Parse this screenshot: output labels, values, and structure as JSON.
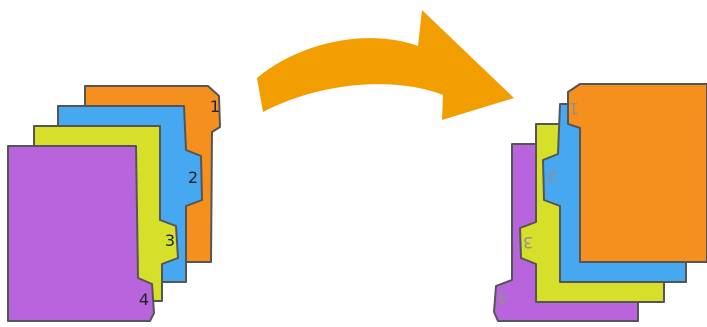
{
  "colors": {
    "orange": "#f5901e",
    "blue": "#46a8f0",
    "yellow": "#d6e02a",
    "purple": "#b865dd",
    "outline": "#555555",
    "arrow": "#f29e00",
    "label_dark": "#222222",
    "label_faded": "#8f8f8f"
  },
  "before": {
    "page_1": {
      "label": "1"
    },
    "page_2": {
      "label": "2"
    },
    "page_3": {
      "label": "3"
    },
    "page_4": {
      "label": "4"
    }
  },
  "after": {
    "page_1": {
      "label": "1"
    },
    "page_2": {
      "label": "2"
    },
    "page_3": {
      "label": "3"
    },
    "page_4": {
      "label": "4"
    }
  },
  "arrow": {
    "icon": "curved-arrow-icon",
    "direction": "left-to-right"
  }
}
